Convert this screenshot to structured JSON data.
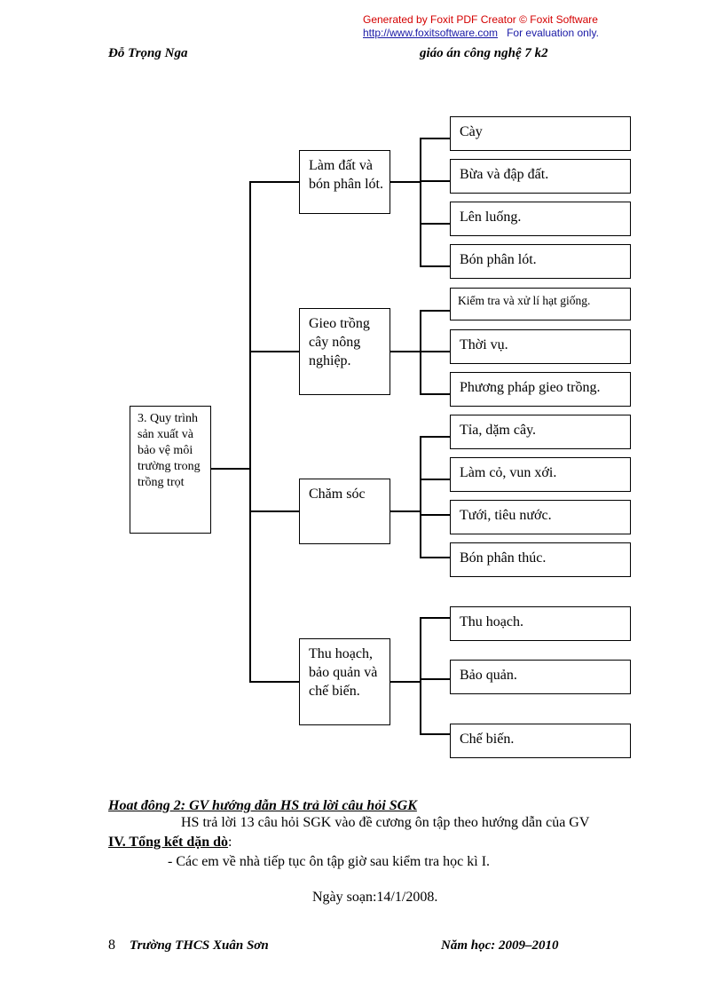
{
  "watermark": {
    "line1": "Generated by Foxit PDF Creator © Foxit Software",
    "url": "http://www.foxitsoftware.com",
    "note": "For evaluation only."
  },
  "header": {
    "author": "Đỗ Trọng Nga",
    "subject": "giáo án công nghệ 7  k2"
  },
  "diagram": {
    "root": "3. Quy trình sản xuất và bảo vệ môi trường trong trồng trọt",
    "groups": [
      {
        "label": "Làm đất và bón phân lót.",
        "items": [
          "Cày",
          "Bừa và đập đất.",
          "Lên luống.",
          "Bón phân lót."
        ]
      },
      {
        "label": "Gieo trồng cây nông nghiệp.",
        "items": [
          "Kiểm tra và xử lí hạt giống.",
          "Thời vụ.",
          "Phương pháp gieo trồng."
        ]
      },
      {
        "label": "Chăm sóc",
        "items": [
          "Tỉa, dặm cây.",
          "Làm cỏ, vun xới.",
          "Tưới, tiêu nước.",
          "Bón phân thúc."
        ]
      },
      {
        "label": "Thu hoạch, bảo quản và chế biến.",
        "items": [
          "Thu hoạch.",
          "Bảo quản.",
          "Chế biến."
        ]
      }
    ]
  },
  "activity": {
    "heading": "Hoat đông 2: GV hướng dẫn HS trả lời câu hỏi SGK",
    "body": "HS trả lời 13 câu hỏi SGK vào đề cương ôn tập theo hướng dẫn của GV"
  },
  "summary": {
    "heading": "IV. Tổng kết dặn dò",
    "colon": ":",
    "item": "- Các em về nhà tiếp tục ôn tập giờ sau kiểm tra học kì I."
  },
  "date_line": "Ngày soạn:14/1/2008.",
  "footer": {
    "page": "8",
    "school": "Trường THCS Xuân Sơn",
    "year": "Năm học: 2009–2010"
  }
}
